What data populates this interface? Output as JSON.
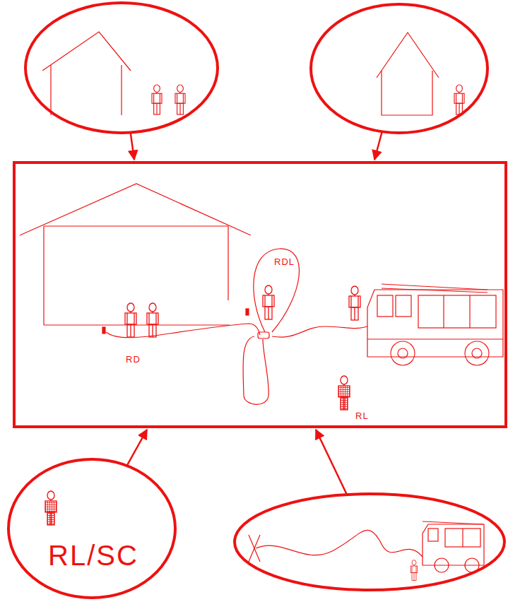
{
  "diagram": {
    "nodes": [
      {
        "text": []
      },
      {
        "text": []
      },
      {
        "text": [
          "RDL",
          "RD",
          "RL"
        ]
      },
      {
        "text": [
          "RL/SC"
        ]
      },
      {
        "text": []
      }
    ],
    "edges": [
      {
        "from": 0,
        "to": 2,
        "arrow": "to"
      },
      {
        "from": 1,
        "to": 2,
        "arrow": "to"
      },
      {
        "from": 3,
        "to": 2,
        "arrow": "to"
      },
      {
        "from": 4,
        "to": 2,
        "arrow": "to"
      }
    ]
  }
}
